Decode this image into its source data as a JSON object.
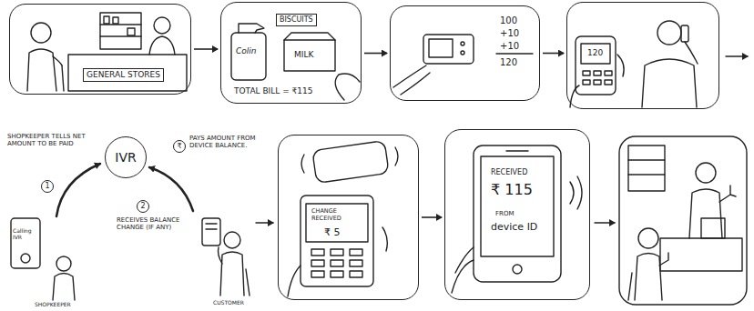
{
  "diagram": {
    "nodes": [
      {
        "text": [
          "GENERAL STORES"
        ]
      },
      {
        "text": [
          "Colin",
          "BISCUITS",
          "MILK",
          "TOTAL BILL = ₹115"
        ]
      },
      {
        "text": [
          "100",
          "+10",
          "+10",
          "120"
        ]
      },
      {
        "text": [
          "120"
        ]
      },
      {
        "text": [
          "IVR"
        ]
      },
      {
        "text": [
          "CHANGE RECEIVED",
          "₹ 5"
        ]
      },
      {
        "text": [
          "RECEIVED",
          "₹ 115",
          "FROM",
          "device ID"
        ]
      }
    ],
    "edges": [
      {
        "from": 0,
        "to": 1,
        "arrow": "to"
      },
      {
        "from": 1,
        "to": 2,
        "arrow": "to"
      },
      {
        "from": 2,
        "to": 3,
        "arrow": "to"
      },
      {
        "from": 5,
        "to": 6,
        "arrow": "to"
      }
    ],
    "labels": [
      "SHOPKEEPER TELLS NET AMOUNT TO BE PAID",
      "1",
      "₹",
      "PAYS AMOUNT FROM DEVICE BALANCE.",
      "2",
      "RECEIVES BALANCE CHANGE (IF ANY)",
      "Calling IVR",
      "SHOPKEEPER",
      "CUSTOMER"
    ]
  }
}
